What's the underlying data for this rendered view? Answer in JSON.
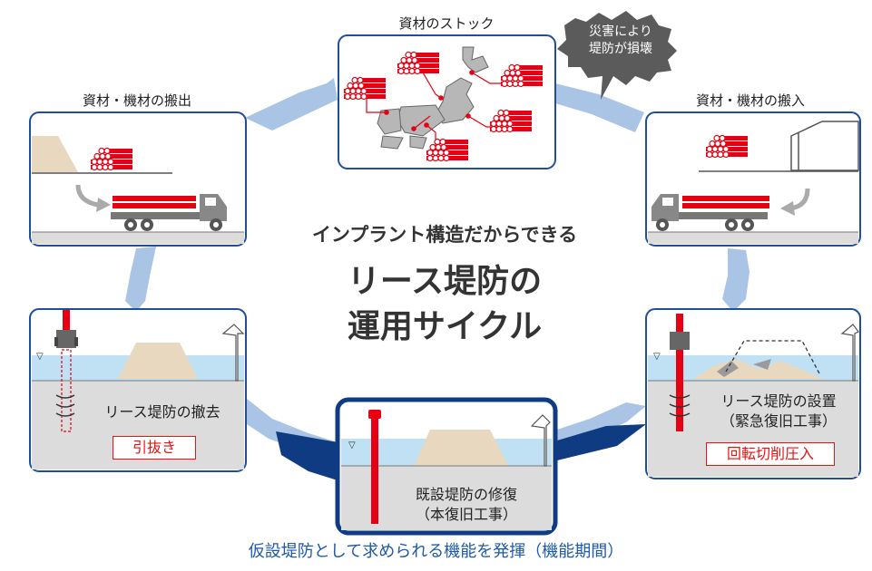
{
  "labels": {
    "stock": "資材のストック",
    "carry_out": "資材・機材の搬出",
    "carry_in": "資材・機材の搬入",
    "disaster": "災害により\n堤防が損壊",
    "removal": "リース堤防の撤去",
    "pull_out": "引抜き",
    "install_line1": "リース堤防の設置",
    "install_line2": "（緊急復旧工事）",
    "rotary": "回転切削圧入",
    "repair_line1": "既設堤防の修復",
    "repair_line2": "（本復旧工事）"
  },
  "center": {
    "subtitle": "インプラント構造だからできる",
    "title_line1": "リース堤防の",
    "title_line2": "運用サイクル"
  },
  "footer": "仮設堤防として求められる機能を発揮（機能期間）",
  "colors": {
    "red": "#e60012",
    "arrow_light": "#a9c4e4",
    "arrow_dark": "#0e3b82",
    "panel_border": "#1f4f9a",
    "sand": "#e9d8c0",
    "water": "#bfe1f3",
    "ground": "#dcdcdc"
  }
}
